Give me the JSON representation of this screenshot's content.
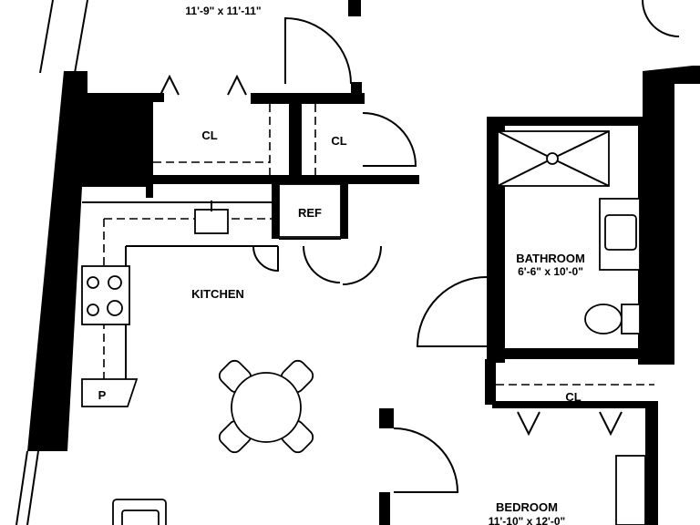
{
  "rooms": {
    "top_room_dims": "11'-9\" x 11'-11\"",
    "closet_left": "CL",
    "closet_right": "CL",
    "refrigerator": "REF",
    "kitchen": "KITCHEN",
    "pantry": "P",
    "bathroom": "BATHROOM",
    "bathroom_dims": "6'-6\" x 10'-0\"",
    "bedroom_closet": "CL",
    "bedroom": "BEDROOM",
    "bedroom_dims": "11'-10\" x 12'-0\""
  }
}
